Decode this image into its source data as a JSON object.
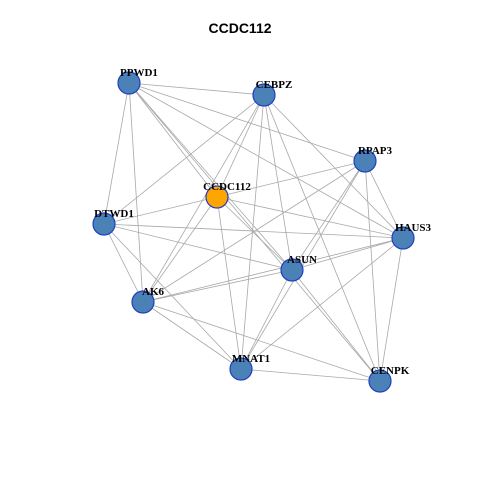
{
  "title": "CCDC112",
  "colors": {
    "node_default": "#4a82b8",
    "node_focus": "#ffa500",
    "node_border": "#1f3fbf",
    "edge": "#a8a8a8"
  },
  "nodes": [
    {
      "id": "PPWD1",
      "label": "PPWD1",
      "focus": false
    },
    {
      "id": "CEBPZ",
      "label": "CEBPZ",
      "focus": false
    },
    {
      "id": "RPAP3",
      "label": "RPAP3",
      "focus": false
    },
    {
      "id": "CCDC112",
      "label": "CCDC112",
      "focus": true
    },
    {
      "id": "DTWD1",
      "label": "DTWD1",
      "focus": false
    },
    {
      "id": "HAUS3",
      "label": "HAUS3",
      "focus": false
    },
    {
      "id": "ASUN",
      "label": "ASUN",
      "focus": false
    },
    {
      "id": "AK6",
      "label": "AK6",
      "focus": false
    },
    {
      "id": "MNAT1",
      "label": "MNAT1",
      "focus": false
    },
    {
      "id": "CENPK",
      "label": "CENPK",
      "focus": false
    }
  ],
  "edges": [
    [
      "PPWD1",
      "CEBPZ"
    ],
    [
      "PPWD1",
      "RPAP3"
    ],
    [
      "PPWD1",
      "HAUS3"
    ],
    [
      "PPWD1",
      "ASUN"
    ],
    [
      "PPWD1",
      "DTWD1"
    ],
    [
      "PPWD1",
      "AK6"
    ],
    [
      "PPWD1",
      "CENPK"
    ],
    [
      "PPWD1",
      "CCDC112"
    ],
    [
      "CEBPZ",
      "CCDC112"
    ],
    [
      "CEBPZ",
      "DTWD1"
    ],
    [
      "CEBPZ",
      "HAUS3"
    ],
    [
      "CEBPZ",
      "ASUN"
    ],
    [
      "CEBPZ",
      "AK6"
    ],
    [
      "CEBPZ",
      "MNAT1"
    ],
    [
      "CEBPZ",
      "CENPK"
    ],
    [
      "RPAP3",
      "CCDC112"
    ],
    [
      "RPAP3",
      "ASUN"
    ],
    [
      "RPAP3",
      "AK6"
    ],
    [
      "RPAP3",
      "MNAT1"
    ],
    [
      "RPAP3",
      "CENPK"
    ],
    [
      "RPAP3",
      "HAUS3"
    ],
    [
      "CCDC112",
      "DTWD1"
    ],
    [
      "CCDC112",
      "ASUN"
    ],
    [
      "CCDC112",
      "AK6"
    ],
    [
      "CCDC112",
      "MNAT1"
    ],
    [
      "CCDC112",
      "HAUS3"
    ],
    [
      "DTWD1",
      "HAUS3"
    ],
    [
      "DTWD1",
      "ASUN"
    ],
    [
      "DTWD1",
      "AK6"
    ],
    [
      "DTWD1",
      "MNAT1"
    ],
    [
      "HAUS3",
      "ASUN"
    ],
    [
      "HAUS3",
      "AK6"
    ],
    [
      "HAUS3",
      "MNAT1"
    ],
    [
      "HAUS3",
      "CENPK"
    ],
    [
      "ASUN",
      "AK6"
    ],
    [
      "ASUN",
      "MNAT1"
    ],
    [
      "ASUN",
      "CENPK"
    ],
    [
      "AK6",
      "MNAT1"
    ],
    [
      "AK6",
      "CENPK"
    ],
    [
      "MNAT1",
      "CENPK"
    ]
  ]
}
